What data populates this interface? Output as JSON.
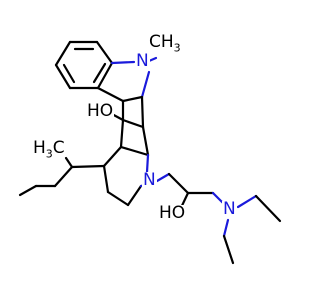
{
  "atoms": {
    "n_indole": "N",
    "methyl_top": "CH3",
    "hydroxyl_left": "HO",
    "methyl_sidechain": "H3C",
    "n_bridge": "N",
    "hydroxyl_chain": "HO",
    "n_diethyl": "N"
  },
  "colors": {
    "bond": "#000000",
    "nitrogen": "#1a1adb",
    "oxygen": "#000000",
    "background": "#ffffff"
  }
}
